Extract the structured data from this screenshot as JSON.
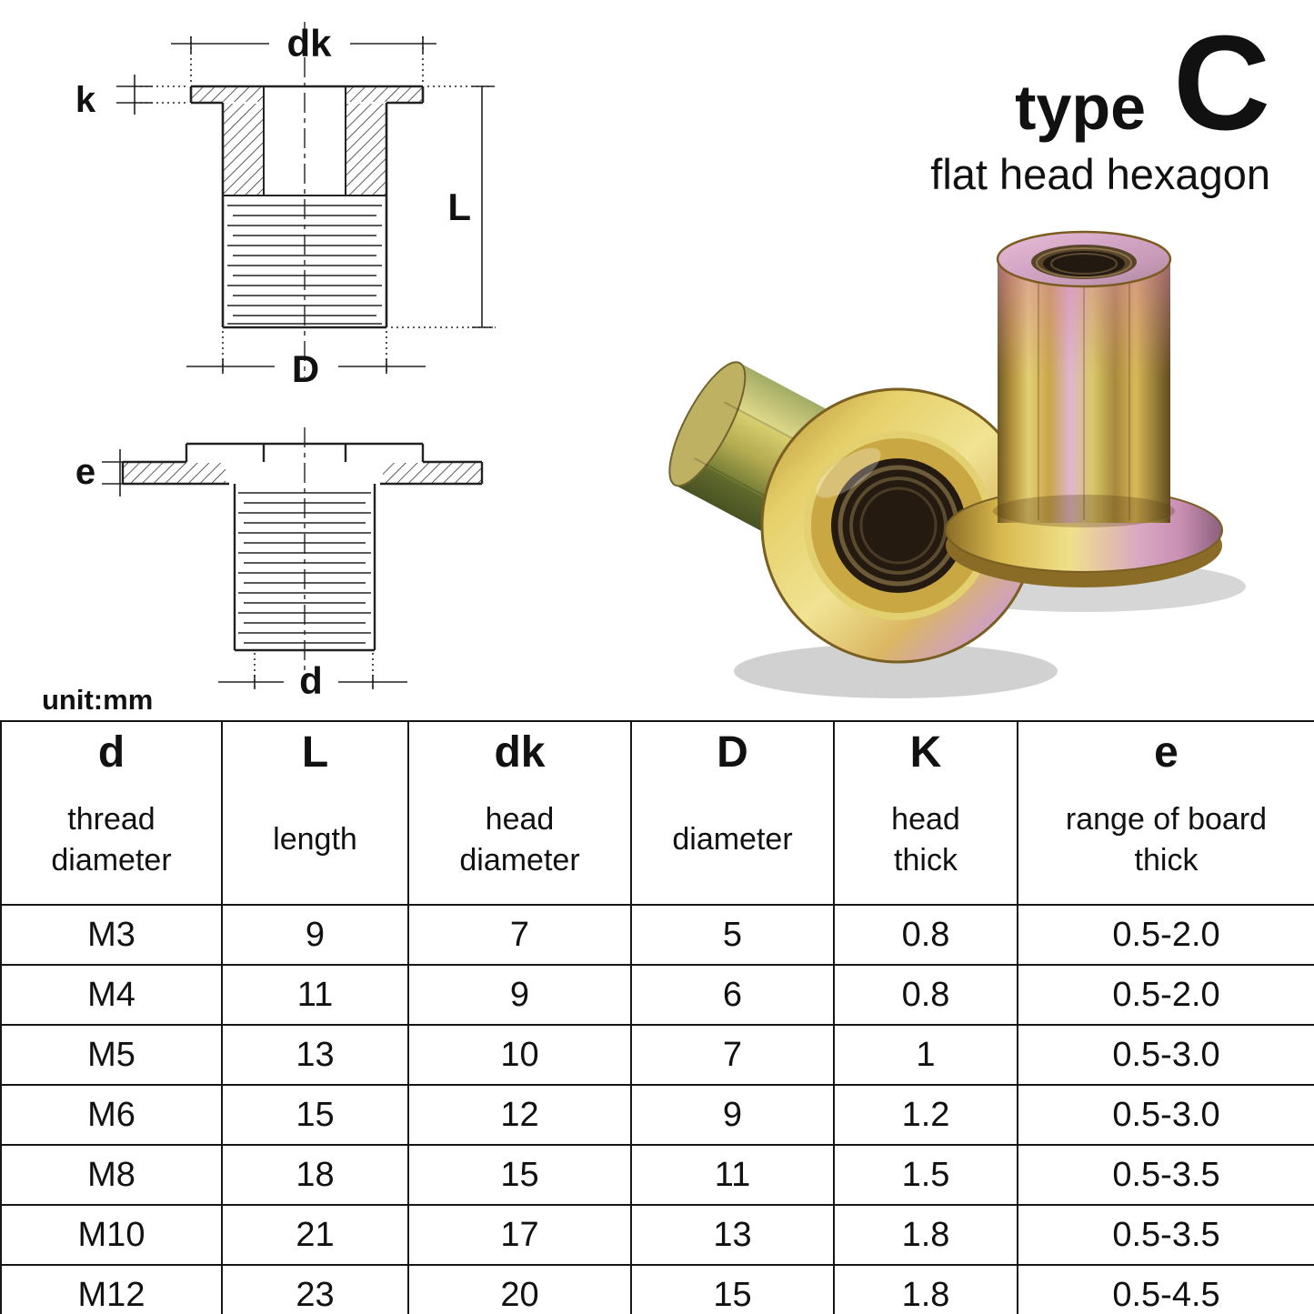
{
  "header": {
    "type_label": "type",
    "type_letter": "C",
    "subtitle": "flat head hexagon"
  },
  "diagram": {
    "dk": "dk",
    "k": "k",
    "L": "L",
    "D": "D",
    "e": "e",
    "d": "d",
    "unit": "unit:mm"
  },
  "table": {
    "columns": [
      {
        "symbol": "d",
        "line1": "thread",
        "line2": "diameter"
      },
      {
        "symbol": "L",
        "line1": "length",
        "line2": ""
      },
      {
        "symbol": "dk",
        "line1": "head",
        "line2": "diameter"
      },
      {
        "symbol": "D",
        "line1": "diameter",
        "line2": ""
      },
      {
        "symbol": "K",
        "line1": "head",
        "line2": "thick"
      },
      {
        "symbol": "e",
        "line1": "range of board",
        "line2": "thick"
      }
    ],
    "rows": [
      [
        "M3",
        "9",
        "7",
        "5",
        "0.8",
        "0.5-2.0"
      ],
      [
        "M4",
        "11",
        "9",
        "6",
        "0.8",
        "0.5-2.0"
      ],
      [
        "M5",
        "13",
        "10",
        "7",
        "1",
        "0.5-3.0"
      ],
      [
        "M6",
        "15",
        "12",
        "9",
        "1.2",
        "0.5-3.0"
      ],
      [
        "M8",
        "18",
        "15",
        "11",
        "1.5",
        "0.5-3.5"
      ],
      [
        "M10",
        "21",
        "17",
        "13",
        "1.8",
        "0.5-3.5"
      ],
      [
        "M12",
        "23",
        "20",
        "15",
        "1.8",
        "0.5-4.5"
      ]
    ]
  }
}
